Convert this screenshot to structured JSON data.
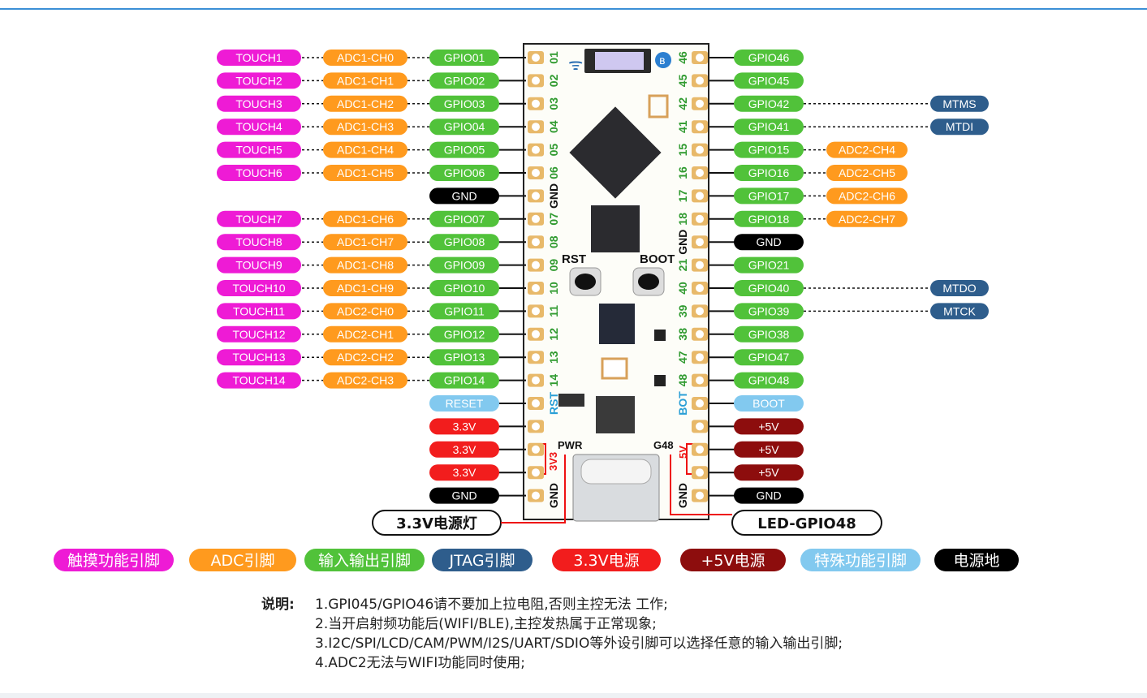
{
  "colors": {
    "touch": "#ee1bd5",
    "adc": "#ff9a1e",
    "gpio": "#51c23a",
    "jtag": "#2e5d8c",
    "v33": "#f21d1d",
    "v5": "#8d0d0d",
    "special": "#82c9ef",
    "gnd": "#000000",
    "board": "#fdfdf8",
    "pad": "#e8b96a"
  },
  "left_rows": [
    {
      "touch": "TOUCH1",
      "adc": "ADC1-CH0",
      "gpio": "GPIO01",
      "num": "01"
    },
    {
      "touch": "TOUCH2",
      "adc": "ADC1-CH1",
      "gpio": "GPIO02",
      "num": "02"
    },
    {
      "touch": "TOUCH3",
      "adc": "ADC1-CH2",
      "gpio": "GPIO03",
      "num": "03"
    },
    {
      "touch": "TOUCH4",
      "adc": "ADC1-CH3",
      "gpio": "GPIO04",
      "num": "04"
    },
    {
      "touch": "TOUCH5",
      "adc": "ADC1-CH4",
      "gpio": "GPIO05",
      "num": "05"
    },
    {
      "touch": "TOUCH6",
      "adc": "ADC1-CH5",
      "gpio": "GPIO06",
      "num": "06"
    },
    {
      "gpio": "GND",
      "type": "gnd",
      "num": "GND"
    },
    {
      "touch": "TOUCH7",
      "adc": "ADC1-CH6",
      "gpio": "GPIO07",
      "num": "07"
    },
    {
      "touch": "TOUCH8",
      "adc": "ADC1-CH7",
      "gpio": "GPIO08",
      "num": "08"
    },
    {
      "touch": "TOUCH9",
      "adc": "ADC1-CH8",
      "gpio": "GPIO09",
      "num": "09"
    },
    {
      "touch": "TOUCH10",
      "adc": "ADC1-CH9",
      "gpio": "GPIO10",
      "num": "10"
    },
    {
      "touch": "TOUCH11",
      "adc": "ADC2-CH0",
      "gpio": "GPIO11",
      "num": "11"
    },
    {
      "touch": "TOUCH12",
      "adc": "ADC2-CH1",
      "gpio": "GPIO12",
      "num": "12"
    },
    {
      "touch": "TOUCH13",
      "adc": "ADC2-CH2",
      "gpio": "GPIO13",
      "num": "13"
    },
    {
      "touch": "TOUCH14",
      "adc": "ADC2-CH3",
      "gpio": "GPIO14",
      "num": "14"
    },
    {
      "gpio": "RESET",
      "type": "special",
      "num": "RST"
    },
    {
      "gpio": "3.3V",
      "type": "v33",
      "num": ""
    },
    {
      "gpio": "3.3V",
      "type": "v33",
      "num": ""
    },
    {
      "gpio": "3.3V",
      "type": "v33",
      "num": ""
    },
    {
      "gpio": "GND",
      "type": "gnd",
      "num": "GND"
    }
  ],
  "right_rows": [
    {
      "gpio": "GPIO46",
      "num": "46"
    },
    {
      "gpio": "GPIO45",
      "num": "45"
    },
    {
      "gpio": "GPIO42",
      "num": "42",
      "jtag": "MTMS"
    },
    {
      "gpio": "GPIO41",
      "num": "41",
      "jtag": "MTDI"
    },
    {
      "gpio": "GPIO15",
      "num": "15",
      "adc": "ADC2-CH4"
    },
    {
      "gpio": "GPIO16",
      "num": "16",
      "adc": "ADC2-CH5"
    },
    {
      "gpio": "GPIO17",
      "num": "17",
      "adc": "ADC2-CH6"
    },
    {
      "gpio": "GPIO18",
      "num": "18",
      "adc": "ADC2-CH7"
    },
    {
      "gpio": "GND",
      "type": "gnd",
      "num": "GND"
    },
    {
      "gpio": "GPIO21",
      "num": "21"
    },
    {
      "gpio": "GPIO40",
      "num": "40",
      "jtag": "MTDO"
    },
    {
      "gpio": "GPIO39",
      "num": "39",
      "jtag": "MTCK"
    },
    {
      "gpio": "GPIO38",
      "num": "38"
    },
    {
      "gpio": "GPIO47",
      "num": "47"
    },
    {
      "gpio": "GPIO48",
      "num": "48"
    },
    {
      "gpio": "BOOT",
      "type": "special",
      "num": "BOT"
    },
    {
      "gpio": "+5V",
      "type": "v5",
      "num": ""
    },
    {
      "gpio": "+5V",
      "type": "v5",
      "num": ""
    },
    {
      "gpio": "+5V",
      "type": "v5",
      "num": ""
    },
    {
      "gpio": "GND",
      "type": "gnd",
      "num": "GND"
    }
  ],
  "board": {
    "rst_label": "RST",
    "boot_label": "BOOT",
    "pwr_label": "PWR",
    "g48_label": "G48",
    "v33_side": "3V3",
    "v5_side": "5V"
  },
  "callouts": {
    "left": "3.3V电源灯",
    "right": "LED-GPIO48"
  },
  "legend": [
    {
      "label": "触摸功能引脚",
      "key": "touch"
    },
    {
      "label": "ADC引脚",
      "key": "adc"
    },
    {
      "label": "输入输出引脚",
      "key": "gpio"
    },
    {
      "label": "JTAG引脚",
      "key": "jtag"
    },
    {
      "label": "3.3V电源",
      "key": "v33"
    },
    {
      "label": "+5V电源",
      "key": "v5"
    },
    {
      "label": "特殊功能引脚",
      "key": "special"
    },
    {
      "label": "电源地",
      "key": "gnd"
    }
  ],
  "notes": {
    "label": "说明:",
    "lines": [
      "1.GPI045/GPIO46请不要加上拉电阻,否则主控无法  工作;",
      "2.当开启射频功能后(WIFI/BLE),主控发热属于正常现象;",
      "3.I2C/SPI/LCD/CAM/PWM/I2S/UART/SDIO等外设引脚可以选择任意的输入输出引脚;",
      "4.ADC2无法与WIFI功能同时使用;"
    ]
  }
}
